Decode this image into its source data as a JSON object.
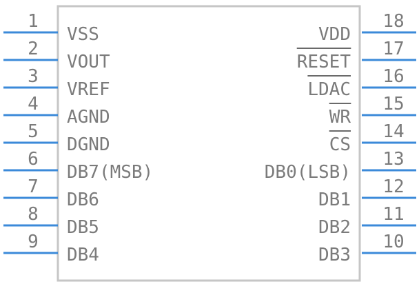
{
  "colors": {
    "body_stroke": "#c6c6c6",
    "pin_line": "#3b8ad9",
    "text": "#7b7b7b",
    "overbar": "#6a6a6a",
    "background": "#ffffff"
  },
  "left_pins": [
    {
      "number": "1",
      "name": "VSS",
      "overbar": false
    },
    {
      "number": "2",
      "name": "VOUT",
      "overbar": false
    },
    {
      "number": "3",
      "name": "VREF",
      "overbar": false
    },
    {
      "number": "4",
      "name": "AGND",
      "overbar": false
    },
    {
      "number": "5",
      "name": "DGND",
      "overbar": false
    },
    {
      "number": "6",
      "name": "DB7(MSB)",
      "overbar": false
    },
    {
      "number": "7",
      "name": "DB6",
      "overbar": false
    },
    {
      "number": "8",
      "name": "DB5",
      "overbar": false
    },
    {
      "number": "9",
      "name": "DB4",
      "overbar": false
    }
  ],
  "right_pins": [
    {
      "number": "18",
      "name": "VDD",
      "overbar": false
    },
    {
      "number": "17",
      "name": "RESET",
      "overbar": true
    },
    {
      "number": "16",
      "name": "LDAC",
      "overbar": true
    },
    {
      "number": "15",
      "name": "WR",
      "overbar": true
    },
    {
      "number": "14",
      "name": "CS",
      "overbar": true
    },
    {
      "number": "13",
      "name": "DB0(LSB)",
      "overbar": false
    },
    {
      "number": "12",
      "name": "DB1",
      "overbar": false
    },
    {
      "number": "11",
      "name": "DB2",
      "overbar": false
    },
    {
      "number": "10",
      "name": "DB3",
      "overbar": false
    }
  ]
}
